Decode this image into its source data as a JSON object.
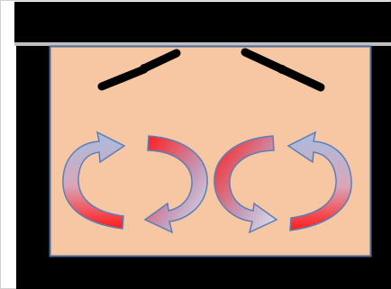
{
  "diagram": {
    "colors": {
      "frame_border": "#d0d0d0",
      "outer_block": "#000000",
      "divider_line": "#bdbdbd",
      "panel_fill": "#f7c6a3",
      "panel_border": "#4a6b9c",
      "blade": "#000000",
      "red_arrow_core": "#ff1a1a",
      "red_arrow_edge": "#b01020",
      "blue_arrow_light": "#e3ebf6",
      "blue_arrow_mid": "#a9bedf",
      "blue_arrow_stroke": "#5b7fb8"
    },
    "elements": {
      "blades": [
        "left",
        "right"
      ],
      "arrows": [
        {
          "position": "far-left",
          "color": "blue",
          "rotation": "counter-clockwise"
        },
        {
          "position": "inner-left",
          "color": "red",
          "rotation": "clockwise"
        },
        {
          "position": "inner-right",
          "color": "red",
          "rotation": "counter-clockwise"
        },
        {
          "position": "far-right",
          "color": "blue",
          "rotation": "clockwise"
        }
      ]
    }
  }
}
